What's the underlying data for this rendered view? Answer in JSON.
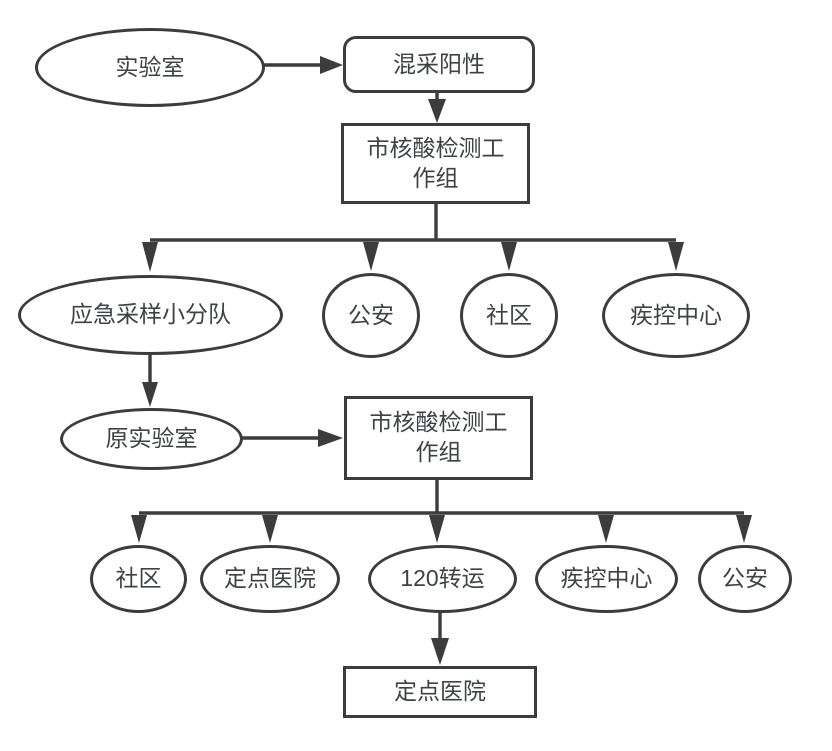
{
  "diagram": {
    "type": "flowchart",
    "background_color": "#ffffff",
    "stroke_color": "#3c3c3c",
    "text_color": "#3f4245",
    "nodes": {
      "lab": {
        "label": "实验室",
        "shape": "ellipse"
      },
      "mixed_positive": {
        "label": "混采阳性",
        "shape": "rounded-rect"
      },
      "city_group_1": {
        "label": "市核酸检测工\n作组",
        "shape": "rect"
      },
      "emergency_team": {
        "label": "应急采样小分队",
        "shape": "ellipse"
      },
      "police_1": {
        "label": "公安",
        "shape": "ellipse"
      },
      "community_1": {
        "label": "社区",
        "shape": "ellipse"
      },
      "cdc_1": {
        "label": "疾控中心",
        "shape": "ellipse"
      },
      "original_lab": {
        "label": "原实验室",
        "shape": "ellipse"
      },
      "city_group_2": {
        "label": "市核酸检测工\n作组",
        "shape": "rect"
      },
      "community_2": {
        "label": "社区",
        "shape": "ellipse"
      },
      "hospital_1": {
        "label": "定点医院",
        "shape": "ellipse"
      },
      "transfer_120": {
        "label": "120转运",
        "shape": "ellipse"
      },
      "cdc_2": {
        "label": "疾控中心",
        "shape": "ellipse"
      },
      "police_2": {
        "label": "公安",
        "shape": "ellipse"
      },
      "hospital_final": {
        "label": "定点医院",
        "shape": "rect"
      }
    },
    "edges": [
      {
        "from": "lab",
        "to": "mixed_positive"
      },
      {
        "from": "mixed_positive",
        "to": "city_group_1"
      },
      {
        "from": "city_group_1",
        "to": "emergency_team"
      },
      {
        "from": "city_group_1",
        "to": "police_1"
      },
      {
        "from": "city_group_1",
        "to": "community_1"
      },
      {
        "from": "city_group_1",
        "to": "cdc_1"
      },
      {
        "from": "emergency_team",
        "to": "original_lab"
      },
      {
        "from": "original_lab",
        "to": "city_group_2"
      },
      {
        "from": "city_group_2",
        "to": "community_2"
      },
      {
        "from": "city_group_2",
        "to": "hospital_1"
      },
      {
        "from": "city_group_2",
        "to": "transfer_120"
      },
      {
        "from": "city_group_2",
        "to": "cdc_2"
      },
      {
        "from": "city_group_2",
        "to": "police_2"
      },
      {
        "from": "transfer_120",
        "to": "hospital_final"
      }
    ]
  }
}
